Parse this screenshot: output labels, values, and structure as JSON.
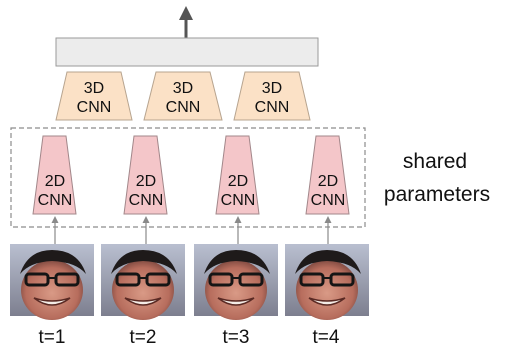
{
  "cnn3d_label_line1": "3D",
  "cnn3d_label_line2": "CNN",
  "cnn2d_label_line1": "2D",
  "cnn2d_label_line2": "CNN",
  "shared_line1": "shared",
  "shared_line2": "parameters",
  "frames": [
    "t=1",
    "t=2",
    "t=3",
    "t=4"
  ],
  "colors": {
    "cnn2d_fill": "#f4c6c9",
    "cnn3d_fill": "#fbe1c6",
    "top_bar_fill": "#ececec"
  }
}
